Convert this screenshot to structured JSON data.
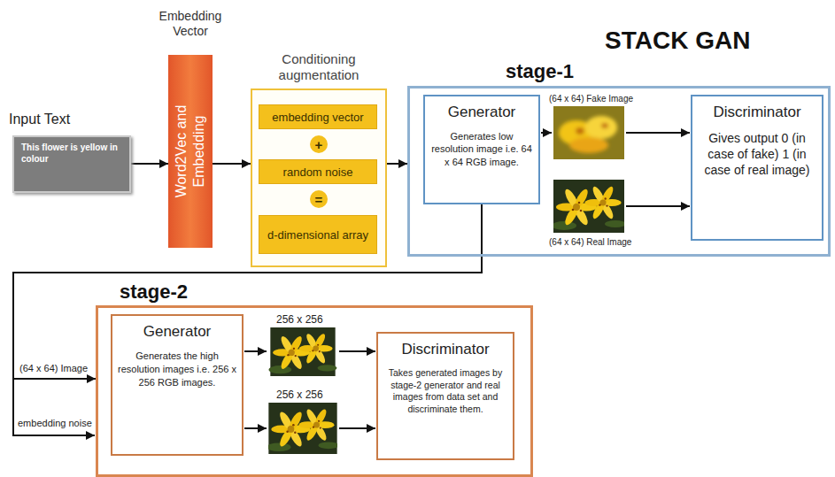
{
  "diagram": {
    "title": "STACK GAN",
    "nodes": [
      {
        "text": [
          "Input Text",
          "This flower is yellow in colour"
        ]
      },
      {
        "text": [
          "Embedding Vector",
          "Word2Vec and Embedding"
        ]
      },
      {
        "text": [
          "Conditioning augmentation"
        ]
      },
      {
        "text": [
          "embedding vector"
        ],
        "in": 2
      },
      {
        "text": [
          "+"
        ],
        "in": 2
      },
      {
        "text": [
          "random noise"
        ],
        "in": 2
      },
      {
        "text": [
          "="
        ],
        "in": 2
      },
      {
        "text": [
          "d-dimensional array"
        ],
        "in": 2
      },
      {
        "text": [
          "stage-1"
        ]
      },
      {
        "text": [
          "Generator",
          "Generates low resolution image i.e. 64 x 64 RGB image."
        ],
        "in": 8
      },
      {
        "text": [
          "Discriminator",
          "Gives output 0 (in case of fake) 1 (in case of real image)"
        ],
        "in": 8
      },
      {
        "text": [
          "stage-2"
        ]
      },
      {
        "text": [
          "Generator",
          "Generates the high resolution images i.e. 256 x 256 RGB images."
        ],
        "in": 11
      },
      {
        "text": [
          "Discriminator",
          "Takes generated images by stage-2 generator and real images from data set and discriminate them."
        ],
        "in": 11
      }
    ],
    "edges": [
      {
        "from": 0,
        "to": 1,
        "arrow": "to"
      },
      {
        "from": 1,
        "to": 2,
        "arrow": "to"
      },
      {
        "from": 2,
        "to": 8,
        "arrow": "to"
      },
      {
        "from": 9,
        "to": 11,
        "label": "(64 x 64) Image",
        "arrow": "to"
      }
    ],
    "labels": [
      "(64 x 64) Fake Image",
      "(64 x 64) Real Image",
      "256 x 256",
      "256 x 256",
      "embedding noise"
    ]
  }
}
